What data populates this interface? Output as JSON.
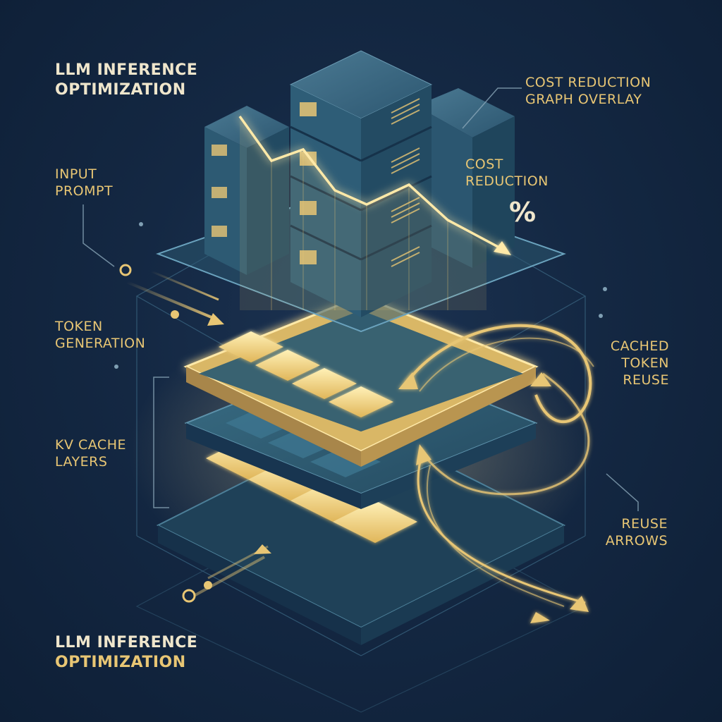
{
  "title_top": {
    "line1": "LLM INFERENCE",
    "line2": "OPTIMIZATION"
  },
  "title_bottom": {
    "line1": "LLM INFERENCE",
    "line2": "OPTIMIZATION"
  },
  "labels": {
    "cost_overlay": {
      "line1": "COST REDUCTION",
      "line2": "GRAPH OVERLAY"
    },
    "input_prompt": {
      "line1": "INPUT",
      "line2": "PROMPT"
    },
    "cost_reduction": {
      "line1": "COST",
      "line2": "REDUCTION",
      "symbol": "%"
    },
    "token_generation": {
      "line1": "TOKEN",
      "line2": "GENERATION"
    },
    "cached_token_reuse": {
      "line1": "CACHED",
      "line2": "TOKEN",
      "line3": "REUSE"
    },
    "kv_cache_layers": {
      "line1": "KV CACHE",
      "line2": "LAYERS"
    },
    "reuse_arrows": {
      "line1": "REUSE",
      "line2": "ARROWS"
    }
  },
  "colors": {
    "background": "#142843",
    "gold": "#e8c674",
    "gold_glow": "#ffe9a8",
    "teal": "#2e5a72",
    "cream_text": "#efe6cc"
  }
}
